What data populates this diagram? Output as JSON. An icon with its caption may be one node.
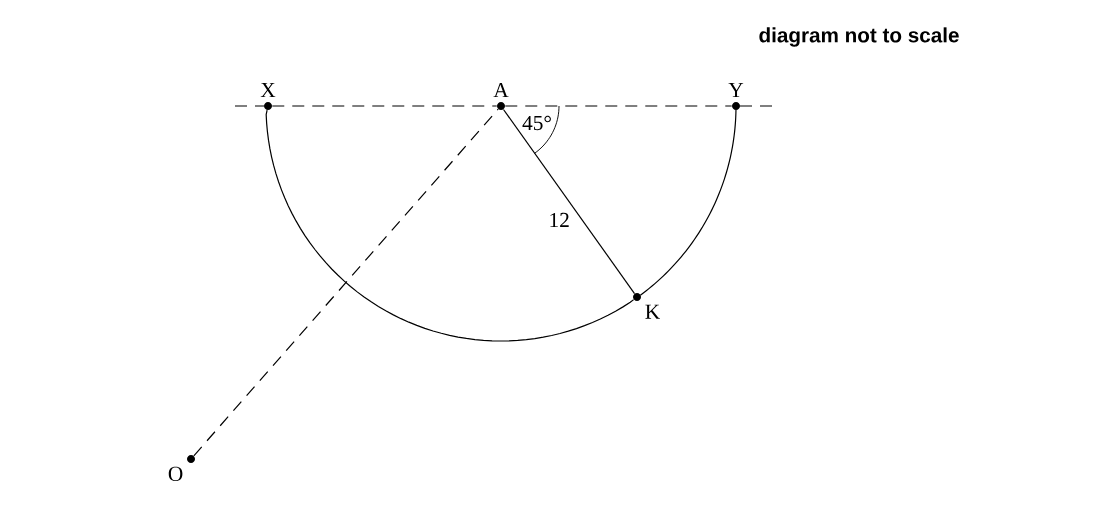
{
  "diagram": {
    "nodes": [
      {
        "text": [
          "X"
        ]
      },
      {
        "text": [
          "A"
        ]
      },
      {
        "text": [
          "Y"
        ]
      },
      {
        "text": [
          "K"
        ]
      },
      {
        "text": [
          "O"
        ]
      }
    ],
    "edges": [
      {
        "from": 0,
        "to": 1,
        "arrow": "none",
        "style": "dashed"
      },
      {
        "from": 1,
        "to": 2,
        "arrow": "none",
        "style": "dashed"
      },
      {
        "from": 1,
        "to": 3,
        "arrow": "none",
        "label": "12"
      },
      {
        "from": 0,
        "to": 3,
        "arrow": "none"
      },
      {
        "from": 3,
        "to": 2,
        "arrow": "none"
      },
      {
        "from": 4,
        "to": 1,
        "arrow": "none",
        "style": "dashed"
      }
    ],
    "labels": [
      "diagram not to scale",
      "45°"
    ]
  }
}
